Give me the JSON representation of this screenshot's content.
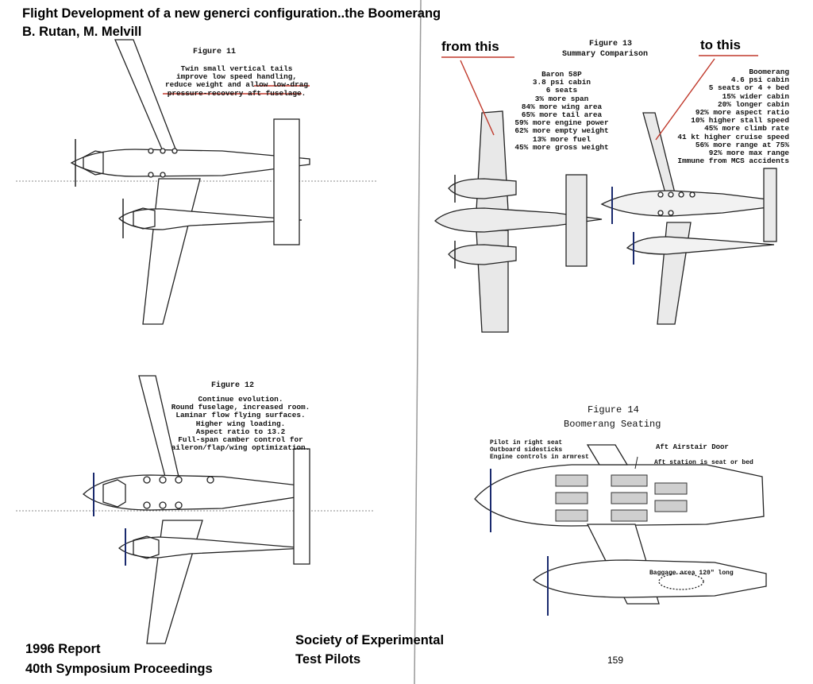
{
  "header": {
    "title": "Flight Development of a new generci configuration..the Boomerang",
    "authors": "B. Rutan, M. Melvill"
  },
  "figure11": {
    "title": "Figure 11",
    "caption_lines": [
      "Twin small vertical tails",
      "improve low speed handling,",
      "reduce weight and allow low-drag",
      "pressure-recovery aft fuselage."
    ]
  },
  "figure12": {
    "title": "Figure 12",
    "caption_lines": [
      "Continue evolution.",
      "Round fuselage, increased room.",
      "Laminar flow flying surfaces.",
      "Higher wing loading.",
      "Aspect ratio to 13.2",
      "Full-span camber control for",
      "aileron/flap/wing optimization."
    ]
  },
  "figure13": {
    "title": "Figure 13",
    "subtitle": "Summary Comparison",
    "from_label": "from this",
    "to_label": "to this",
    "baron_lines": [
      "Baron 58P",
      "3.8 psi cabin",
      "6 seats",
      "3% more span",
      "84% more wing area",
      "65% more tail area",
      "59% more engine power",
      "62% more empty weight",
      "13% more fuel",
      "45% more gross weight"
    ],
    "boomerang_lines": [
      "Boomerang",
      "4.6 psi cabin",
      "5 seats or 4 + bed",
      "15% wider cabin",
      "20% longer cabin",
      "92% more aspect ratio",
      "10% higher stall speed",
      "45% more climb rate",
      "41 kt higher cruise speed",
      "56% more range at 75%",
      "92% more max range",
      "Immune from MCS accidents"
    ]
  },
  "figure14": {
    "title": "Figure 14",
    "subtitle": "Boomerang Seating",
    "notes_left": [
      "Pilot in right seat",
      "Outboard sidesticks",
      "Engine controls in armrest"
    ],
    "note_door": "Aft Airstair Door",
    "note_station": "Aft station is seat or bed",
    "note_baggage": "Baggage area 120\" long"
  },
  "footer": {
    "report": "1996 Report",
    "symposium": "40th Symposium Proceedings",
    "society_line1": "Society of Experimental",
    "society_line2": "Test Pilots",
    "page_number": "159"
  }
}
